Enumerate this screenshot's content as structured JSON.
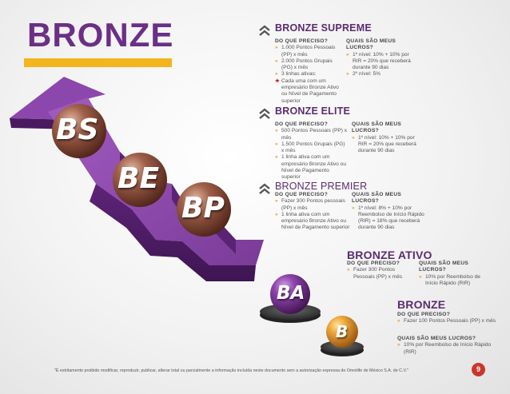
{
  "title": "BRONZE",
  "balls": [
    {
      "label": "BS"
    },
    {
      "label": "BE"
    },
    {
      "label": "BP"
    },
    {
      "label": "BA"
    },
    {
      "label": "B"
    }
  ],
  "colors": {
    "purple": "#6b2f86",
    "gold": "#f2b51d",
    "bullet": "#e69a2a",
    "star": "#c21f1f",
    "page": "#c9372c"
  },
  "sections": {
    "supreme": {
      "title": "BRONZE SUPREME",
      "left_header": "DO QUE PRECISO?",
      "left_items": [
        "1.000 Pontos Pessoais (PP) x mês",
        "2.000 Pontos Grupais (PG) x mês",
        "3 linhas ativas:"
      ],
      "left_star_item": "Cada uma com um empresário Bronze Ativo ou Nível de Pagamento superior",
      "right_header": "QUAIS SÃO MEUS LUCROS?",
      "right_items": [
        "1º nível: 10% + 10% por RIR = 20% que receberá durante 90 dias",
        "2º nível: 5%"
      ]
    },
    "elite": {
      "title": "BRONZE ELITE",
      "left_header": "DO QUE PRECISO?",
      "left_items": [
        "500 Pontos Pessoais (PP) x mês",
        "1.500 Pontos Grupais (PG) x mês",
        "1 linha ativa com um empresário Bronze Ativo ou Nível de Pagamento superior"
      ],
      "right_header": "QUAIS SÃO MEUS LUCROS?",
      "right_items": [
        "1º nível: 10% + 10% por RIR = 20% que receberá durante 90 dias"
      ]
    },
    "premier": {
      "title": "BRONZE PREMIER",
      "left_header": "DO QUE PRECISO?",
      "left_items": [
        "Fazer 300 Pontos pessoais (PP) x mês",
        "1 linha ativa com um empresário Bronze Ativo ou Nível de Pagamento superior"
      ],
      "right_header": "QUAIS SÃO MEUS LUCROS?",
      "right_items": [
        "1º nível: 8% + 10% por Reembolso de Início Rápido (RIR) = 18% que receberá durante 90 dias"
      ]
    },
    "ativo": {
      "title": "BRONZE ATIVO",
      "left_header": "DO QUE PRECISO?",
      "left_items": [
        "Fazer 300 Pontos Pessoais (PP) x mês"
      ],
      "right_header": "QUAIS SÃO MEUS LUCROS?",
      "right_items": [
        "10% por Reembolso de Início Rápido (RIR)"
      ]
    },
    "bronze": {
      "title": "BRONZE",
      "left_header": "DO QUE PRECISO?",
      "left_items": [
        "Fazer 100 Pontos Pessoais (PP) x mês"
      ],
      "right_header": "QUAIS SÃO MEUS LUCROS?",
      "right_items": [
        "10% por Reembolso de Início Rápido (RIR)"
      ]
    }
  },
  "footnote": "\"É estritamente proibido modificar, reproduzir, publicar, alterar total ou parcialmente a informação incluída neste documento sem a autorização expressa de Omnilife de México S.A. de C.V.\"",
  "page_number": "9"
}
